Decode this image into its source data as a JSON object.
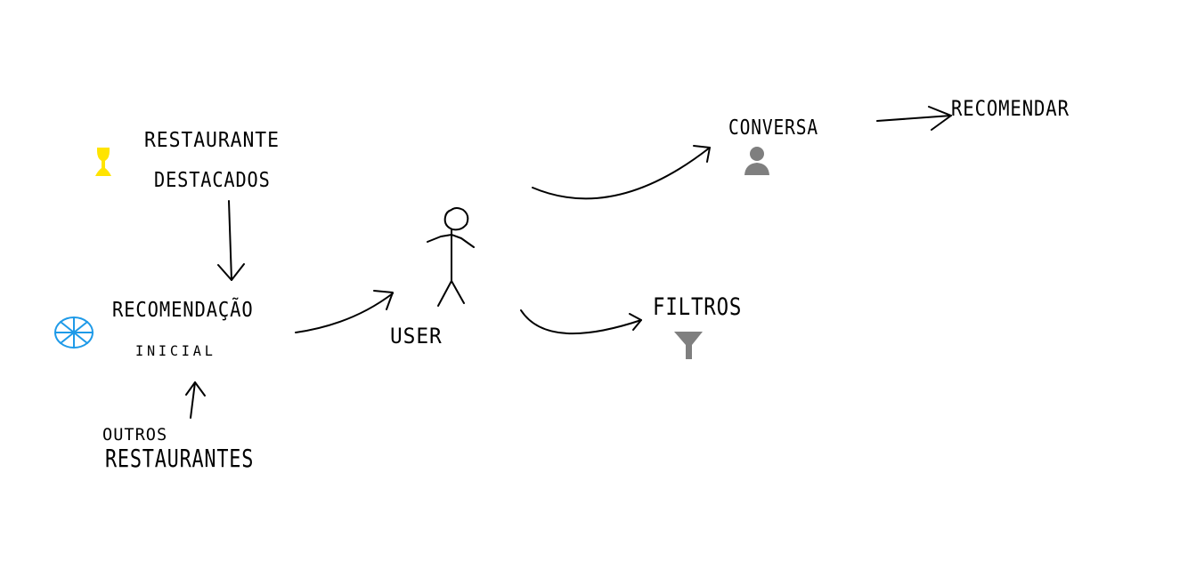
{
  "nodes": {
    "destacados": {
      "line1": "RESTAURANTE",
      "line2": "DESTACADOS",
      "icon": "trophy-icon",
      "icon_color": "#ffe400"
    },
    "inicial": {
      "line1": "RECOMENDAÇÃO",
      "line2": "INICIAL",
      "icon": "snowflake-icon",
      "icon_color": "#1e9ae8"
    },
    "outros": {
      "line1": "OUTROS",
      "line2": "RESTAURANTES"
    },
    "user": {
      "label": "USER",
      "icon": "stick-figure-icon"
    },
    "conversa": {
      "label": "CONVERSA",
      "icon": "person-icon",
      "icon_color": "#7f7f7f"
    },
    "recomendar": {
      "label": "RECOMENDAR"
    },
    "filtros": {
      "label": "FILTROS",
      "icon": "funnel-icon",
      "icon_color": "#7f7f7f"
    }
  },
  "edges": [
    {
      "from": "RESTAURANTE DESTACADOS",
      "to": "RECOMENDAÇÃO INICIAL"
    },
    {
      "from": "OUTROS RESTAURANTES",
      "to": "RECOMENDAÇÃO INICIAL"
    },
    {
      "from": "RECOMENDAÇÃO INICIAL",
      "to": "USER"
    },
    {
      "from": "USER",
      "to": "CONVERSA"
    },
    {
      "from": "USER",
      "to": "FILTROS"
    },
    {
      "from": "CONVERSA",
      "to": "RECOMENDAR"
    }
  ]
}
